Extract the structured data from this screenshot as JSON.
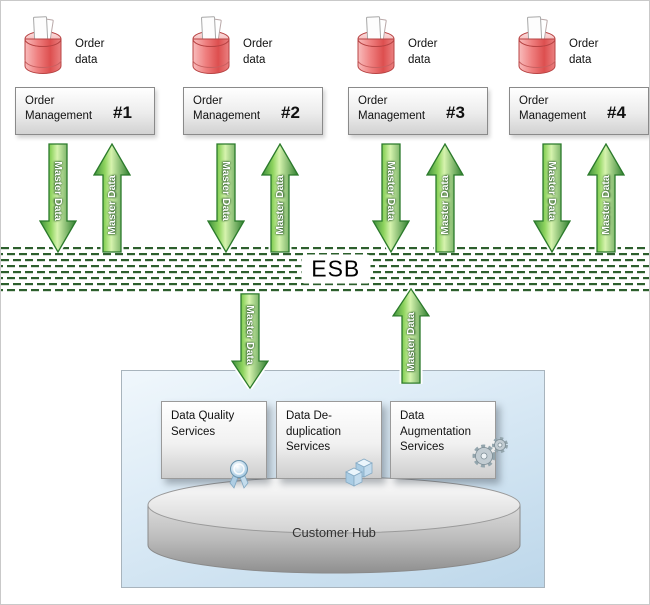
{
  "diagram": {
    "master_data_label": "Master Data",
    "esb_label": "ESB"
  },
  "systems": [
    {
      "name": "Order Management",
      "number": "#1",
      "datastore": "Order data"
    },
    {
      "name": "Order Management",
      "number": "#2",
      "datastore": "Order data"
    },
    {
      "name": "Order Management",
      "number": "#3",
      "datastore": "Order data"
    },
    {
      "name": "Order Management",
      "number": "#4",
      "datastore": "Order data"
    }
  ],
  "hub": {
    "label": "Customer Hub",
    "services": [
      {
        "label": "Data Quality Services",
        "icon": "award-ribbon-icon"
      },
      {
        "label": "Data De-duplication Services",
        "icon": "cubes-icon"
      },
      {
        "label": "Data Augmentation Services",
        "icon": "gears-icon"
      }
    ]
  },
  "colors": {
    "arrow_green": "#4aa44a",
    "esb_dash_green": "#2d5f2d",
    "order_db_red": "#dd4f4f",
    "hub_background_blue": "#cfe2f1"
  }
}
